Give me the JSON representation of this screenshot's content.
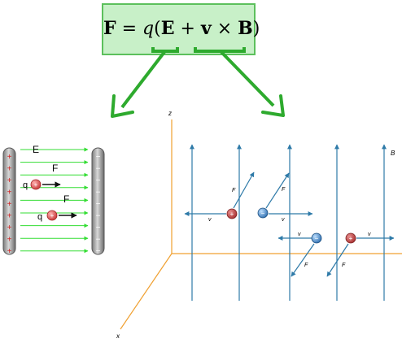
{
  "formula": {
    "F": "F",
    "equals": " = ",
    "q": "q",
    "open": "(",
    "E": "E",
    "plus": " + ",
    "v": "v",
    "times": " × ",
    "B": "B",
    "close": ")"
  },
  "left_diagram": {
    "field_label": "E",
    "force_label_top": "F",
    "force_label_bottom": "F",
    "charge_label_top": "q",
    "charge_label_bottom": "q",
    "charge_sign": "+",
    "plate_positive_sign": "+",
    "plate_negative_sign": "−",
    "plate_sign_count": 9
  },
  "right_diagram": {
    "axis_z": "z",
    "axis_x": "x",
    "field_label": "B",
    "velocity_label": "v",
    "force_label": "F",
    "positive_sign": "+",
    "negative_sign": "−"
  },
  "colors": {
    "formula_bg": "#c8f0c8",
    "formula_border": "#5cc05c",
    "bracket_green": "#2eaa2e",
    "field_green": "#33dd33",
    "axis_orange": "#f0a030",
    "field_blue": "#2e7aa8",
    "positive_charge": "#d04040",
    "negative_charge": "#3a7cc0"
  }
}
